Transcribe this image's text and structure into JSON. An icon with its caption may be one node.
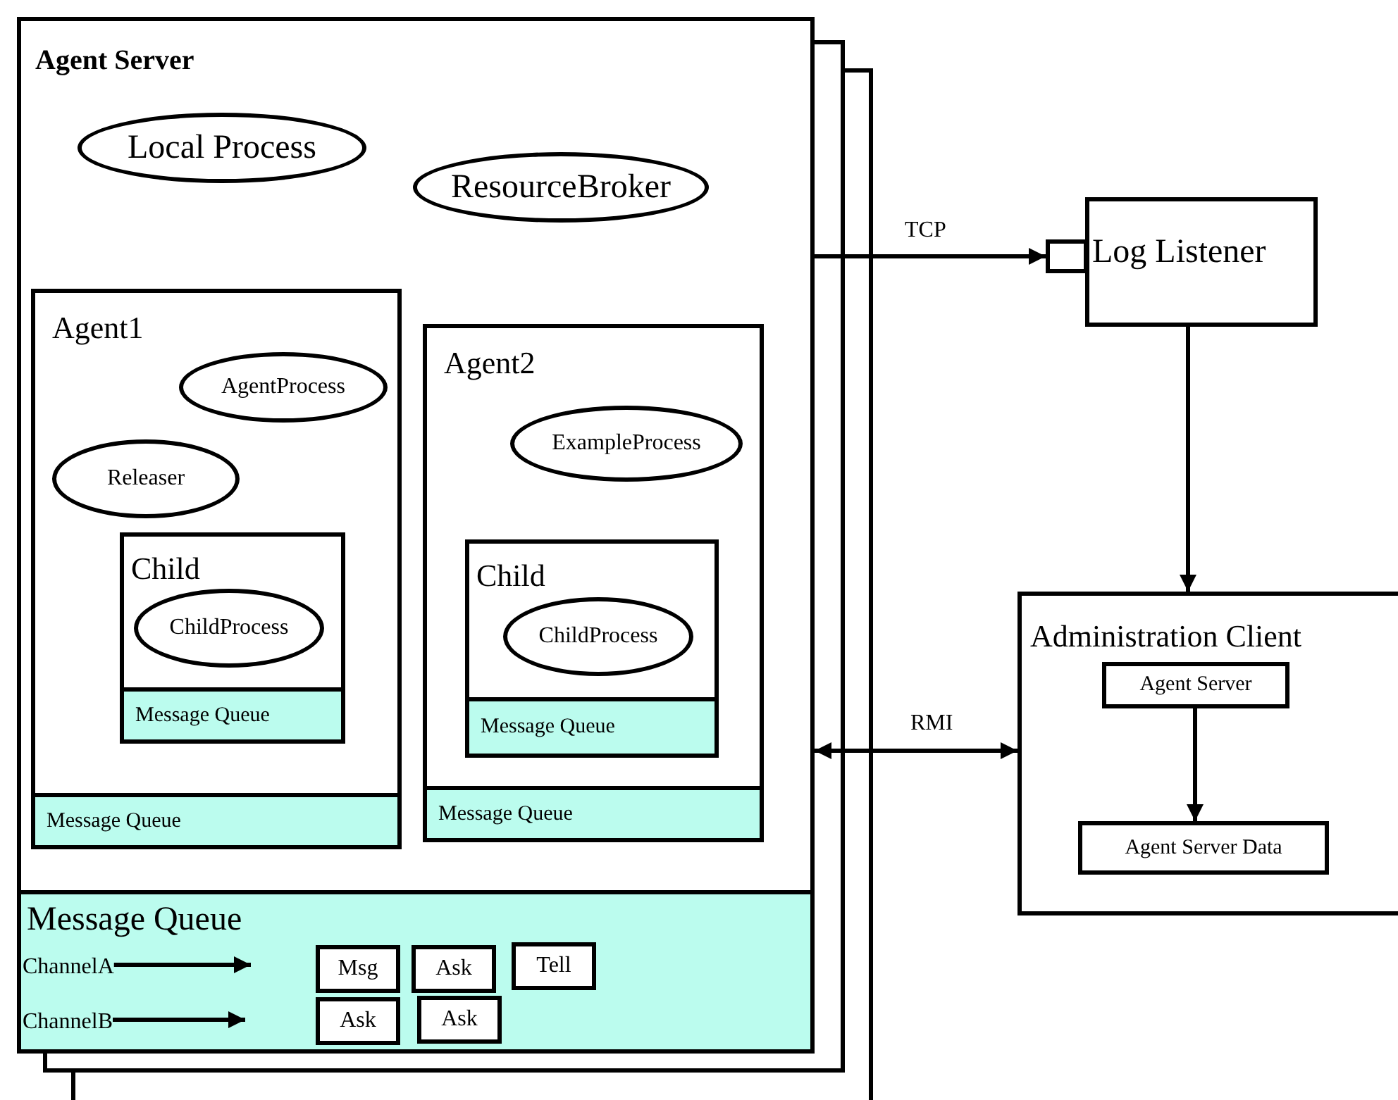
{
  "diagram": {
    "nodes": [
      {
        "text": [
          "Agent Server"
        ]
      },
      {
        "text": [
          "Local Process"
        ],
        "in": 0
      },
      {
        "text": [
          "ResourceBroker"
        ],
        "in": 0
      },
      {
        "text": [
          "Agent1"
        ],
        "in": 0
      },
      {
        "text": [
          "AgentProcess"
        ],
        "in": 3
      },
      {
        "text": [
          "Releaser"
        ],
        "in": 3
      },
      {
        "text": [
          "Child"
        ],
        "in": 3
      },
      {
        "text": [
          "ChildProcess"
        ],
        "in": 6
      },
      {
        "text": [
          "Message Queue"
        ],
        "in": 6
      },
      {
        "text": [
          "Message Queue"
        ],
        "in": 3
      },
      {
        "text": [
          "Agent2"
        ],
        "in": 0
      },
      {
        "text": [
          "ExampleProcess"
        ],
        "in": 10
      },
      {
        "text": [
          "Child"
        ],
        "in": 10
      },
      {
        "text": [
          "ChildProcess"
        ],
        "in": 12
      },
      {
        "text": [
          "Message Queue"
        ],
        "in": 12
      },
      {
        "text": [
          "Message Queue"
        ],
        "in": 10
      },
      {
        "text": [
          "Message Queue"
        ],
        "in": 0
      },
      {
        "text": [
          "ChannelA"
        ],
        "in": 16
      },
      {
        "text": [
          "ChannelB"
        ],
        "in": 16
      },
      {
        "text": [
          "Msg"
        ],
        "in": 16
      },
      {
        "text": [
          "Ask"
        ],
        "in": 16
      },
      {
        "text": [
          "Tell"
        ],
        "in": 16
      },
      {
        "text": [
          "Ask"
        ],
        "in": 16
      },
      {
        "text": [
          "Ask"
        ],
        "in": 16
      },
      {
        "text": [],
        "shape": "box"
      },
      {
        "text": [
          "Log Listener"
        ]
      },
      {
        "text": [
          "Administration Client"
        ]
      },
      {
        "text": [
          "Agent Server"
        ],
        "in": 26
      },
      {
        "text": [
          "Agent Server Data"
        ],
        "in": 26
      }
    ],
    "edges": [
      {
        "from": 0,
        "to": 24,
        "arrow": "to",
        "label": "TCP"
      },
      {
        "from": 25,
        "to": 26,
        "arrow": "to"
      },
      {
        "from": 0,
        "to": 26,
        "arrow": "both",
        "label": "RMI"
      },
      {
        "from": 27,
        "to": 28,
        "arrow": "to"
      },
      {
        "from": 17,
        "to": null,
        "arrow": "to"
      },
      {
        "from": 18,
        "to": null,
        "arrow": "to"
      }
    ]
  }
}
